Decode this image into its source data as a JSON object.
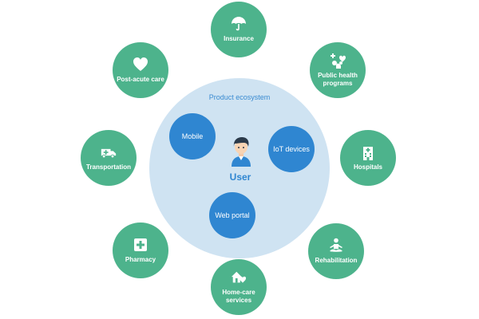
{
  "ecosystem": {
    "title": "Product ecosystem",
    "user_label": "User",
    "channels": {
      "mobile": "Mobile",
      "iot": "IoT devices",
      "web": "Web portal"
    }
  },
  "services": {
    "insurance": {
      "label": "Insurance",
      "icon": "umbrella-icon"
    },
    "public_health": {
      "label": "Public health programs",
      "icon": "health-programs-icon"
    },
    "hospitals": {
      "label": "Hospitals",
      "icon": "hospital-icon"
    },
    "rehabilitation": {
      "label": "Rehabilitation",
      "icon": "meditation-icon"
    },
    "home_care": {
      "label": "Home-care services",
      "icon": "home-heart-icon"
    },
    "pharmacy": {
      "label": "Pharmacy",
      "icon": "medical-cross-icon"
    },
    "transportation": {
      "label": "Transportation",
      "icon": "ambulance-icon"
    },
    "post_acute": {
      "label": "Post-acute care",
      "icon": "heart-icon"
    }
  },
  "colors": {
    "service_green": "#4db38c",
    "channel_blue": "#2f86d1",
    "ecosystem_fill": "#cfe3f2"
  }
}
